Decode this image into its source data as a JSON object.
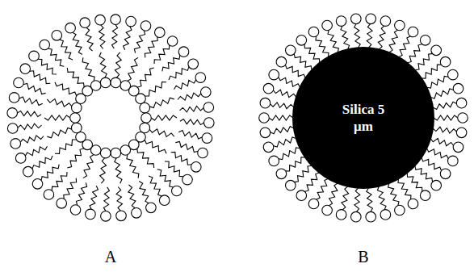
{
  "diagram": {
    "nodes": [
      {
        "text": [
          "Silica 5 μm"
        ]
      }
    ],
    "labels": [
      "A",
      "B"
    ]
  }
}
